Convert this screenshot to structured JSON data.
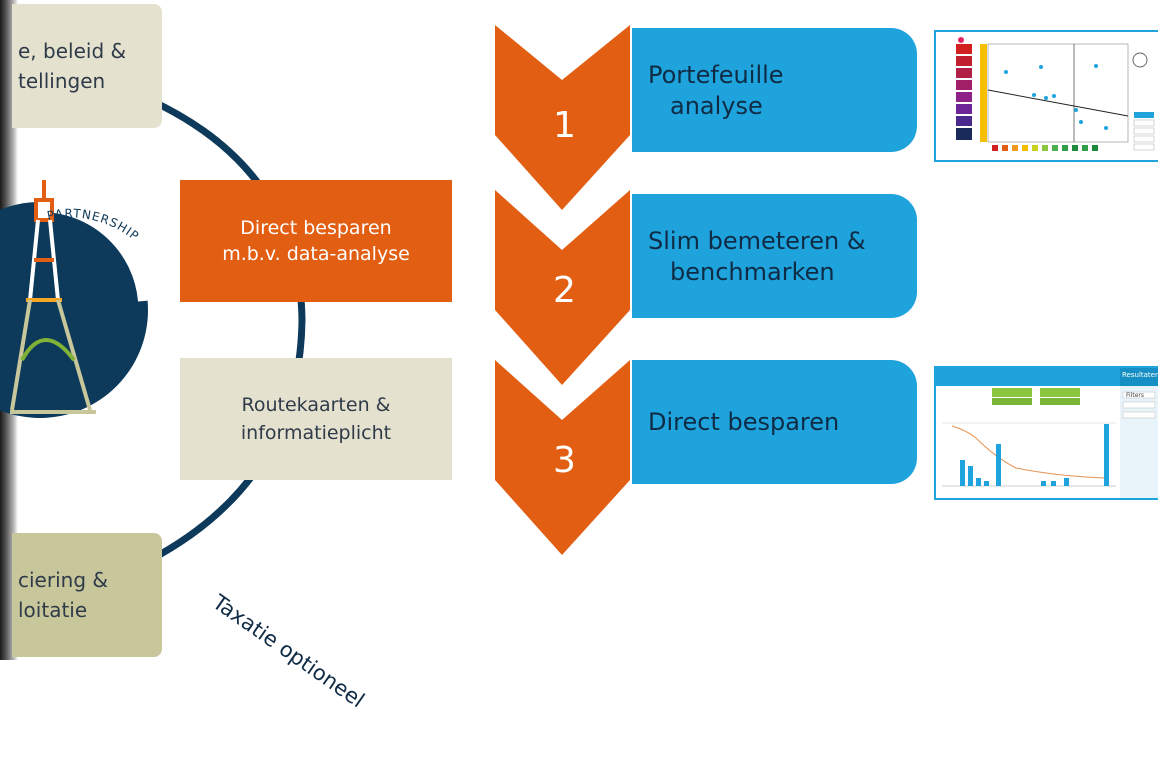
{
  "left": {
    "box_top": [
      "e, beleid &",
      "tellingen"
    ],
    "box_bottom": [
      "ciering &",
      "loitatie"
    ],
    "partnership_text": "PARTNERSHIP",
    "direct_box": [
      "Direct besparen",
      "m.b.v. data-analyse"
    ],
    "route_box": [
      "Routekaarten &",
      "informatieplicht"
    ],
    "taxatie_label": "Taxatie optioneel"
  },
  "steps": [
    {
      "number": "1",
      "label_lines": [
        "Portefeuille",
        "analyse"
      ]
    },
    {
      "number": "2",
      "label_lines": [
        "Slim bemeteren &",
        "benchmarken"
      ]
    },
    {
      "number": "3",
      "label_lines": [
        "Direct besparen"
      ]
    }
  ],
  "thumbnail_dashboard": {
    "header_title": "Resultaten",
    "table_header": "Filters"
  },
  "colors": {
    "orange": "#e25e12",
    "blue": "#1ea3dc",
    "navy": "#0d3a5a",
    "beige": "#e5e1cf",
    "olive": "#c8c79c"
  }
}
